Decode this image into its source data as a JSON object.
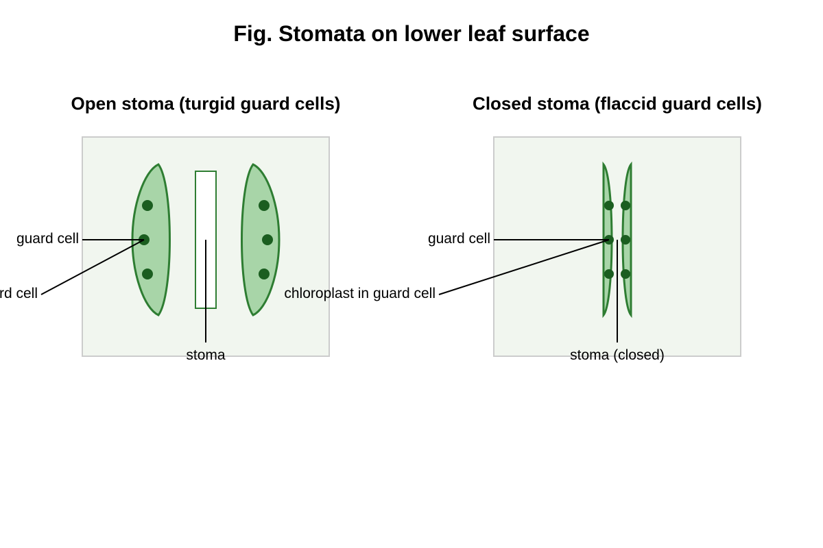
{
  "figure": {
    "title": "Fig. Stomata on lower leaf surface"
  },
  "panels": {
    "open": {
      "title": "Open stoma (turgid guard cells)",
      "labels": {
        "guard_cell": "guard cell",
        "chloroplast": "chloroplast in guard cell",
        "stoma": "stoma"
      }
    },
    "closed": {
      "title": "Closed stoma (flaccid guard cells)",
      "labels": {
        "guard_cell": "guard cell",
        "chloroplast": "chloroplast in guard cell",
        "stoma": "stoma (closed)"
      }
    }
  },
  "colors": {
    "panel_fill": "#f1f6ef",
    "panel_border": "#cccccc",
    "guard_cell_fill": "#a8d5a8",
    "guard_cell_stroke": "#2e7d32",
    "chloroplast": "#1b5e20",
    "leader_line": "#000000"
  }
}
